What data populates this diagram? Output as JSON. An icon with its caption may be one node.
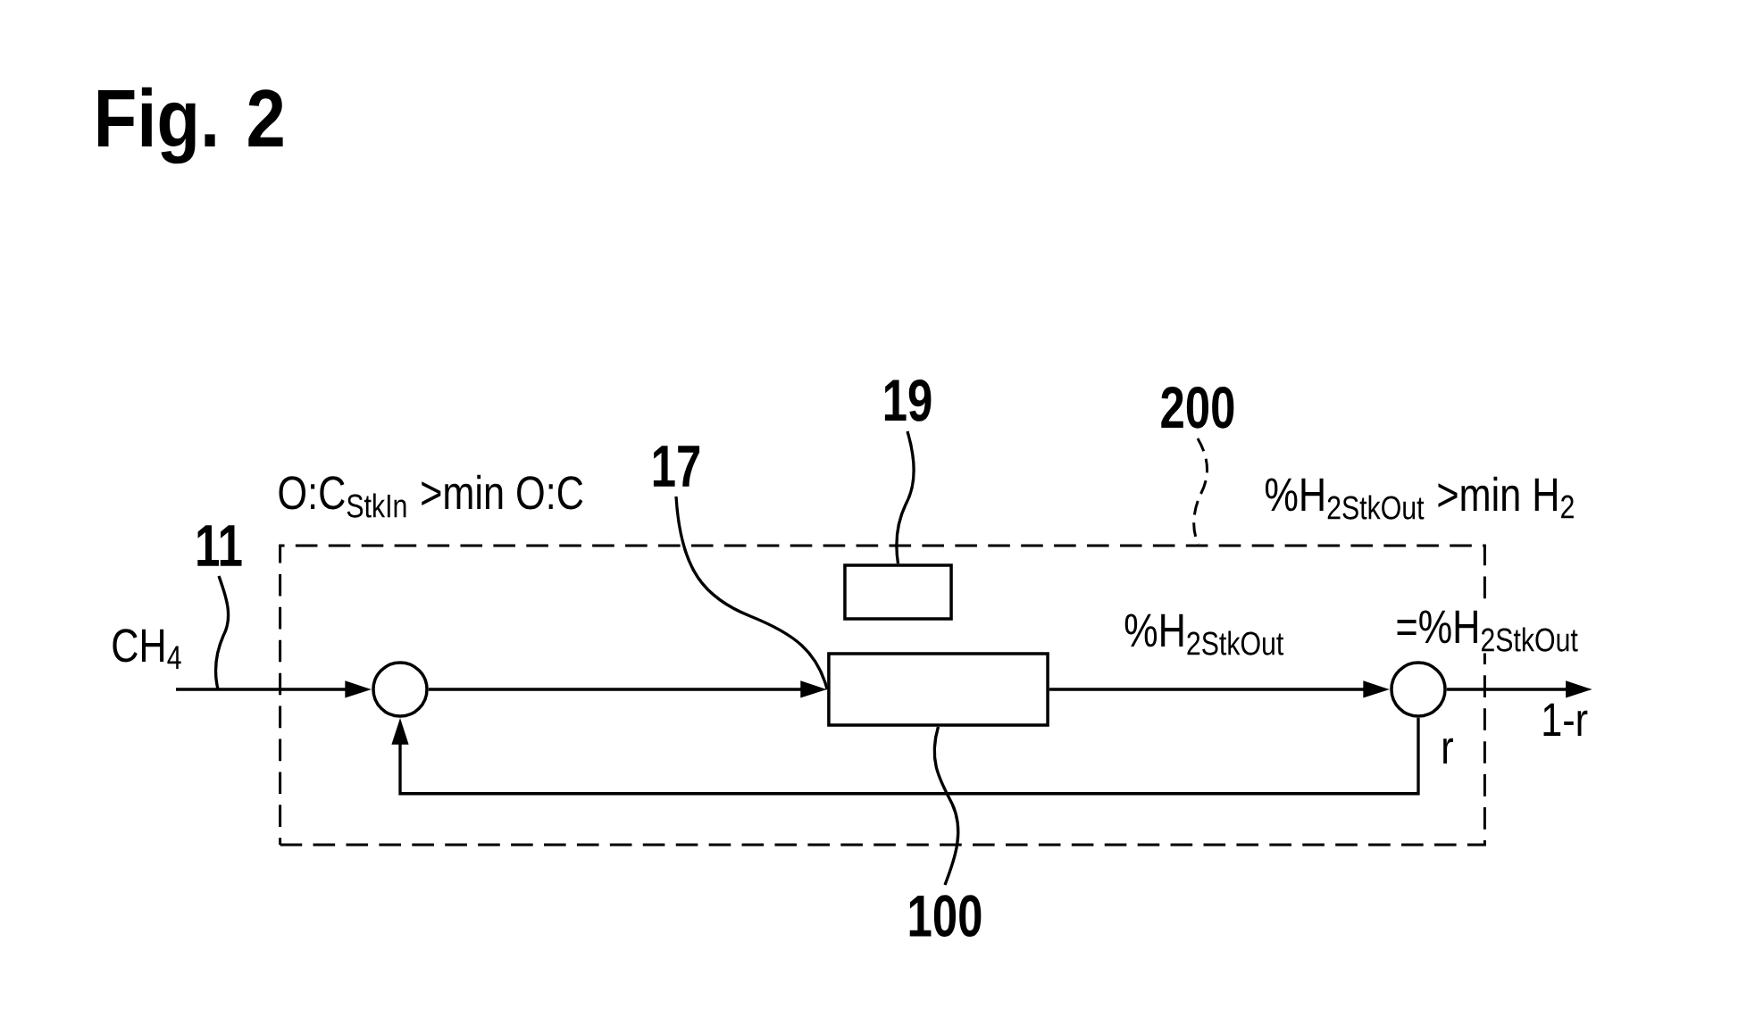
{
  "diagram": {
    "title": "Fig. 2",
    "nodes": [
      {
        "text": [],
        "shape": "box"
      },
      {
        "text": [],
        "shape": "circle",
        "in": 0
      },
      {
        "text": [],
        "shape": "box",
        "in": 0
      },
      {
        "text": [],
        "shape": "box",
        "in": 0
      },
      {
        "text": [],
        "shape": "circle",
        "in": 0
      },
      {
        "text": [
          "11"
        ]
      },
      {
        "text": [
          "17"
        ]
      },
      {
        "text": [
          "19"
        ]
      },
      {
        "text": [
          "200"
        ]
      },
      {
        "text": [
          "100"
        ]
      }
    ],
    "edges": [
      {
        "from": null,
        "to": 1,
        "arrow": "to",
        "label": "CH$_{4}$"
      },
      {
        "from": 1,
        "to": 3,
        "arrow": "to"
      },
      {
        "from": 3,
        "to": 4,
        "arrow": "to",
        "label": "%H$_{2StkOut}$"
      },
      {
        "from": 4,
        "to": null,
        "arrow": "to",
        "label": "1-r"
      },
      {
        "from": 4,
        "to": 1,
        "arrow": "to",
        "label": "r"
      },
      {
        "from": 5,
        "to": null,
        "arrow": "none"
      },
      {
        "from": 6,
        "to": 3,
        "arrow": "none"
      },
      {
        "from": 7,
        "to": 2,
        "arrow": "none"
      },
      {
        "from": 8,
        "to": 0,
        "arrow": "none",
        "style": "dashed"
      },
      {
        "from": 9,
        "to": 3,
        "arrow": "none"
      }
    ],
    "labels": [
      "O:C$_{StkIn}$ >min O:C",
      "%H$_{2StkOut}$ >min H$_{2}$",
      "=%H$_{2StkOut}$"
    ]
  }
}
